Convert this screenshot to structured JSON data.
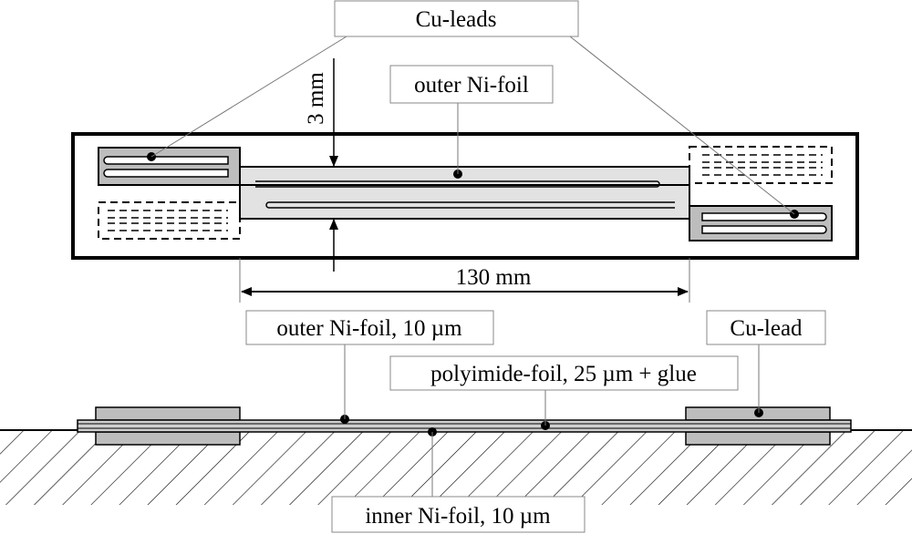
{
  "labels": {
    "cu_leads": "Cu-leads",
    "outer_ni_foil_top": "outer Ni-foil",
    "dim_3mm": "3 mm",
    "dim_130mm": "130 mm",
    "outer_ni_foil_thickness": "outer Ni-foil, 10 µm",
    "cu_lead": "Cu-lead",
    "polyimide": "polyimide-foil, 25 µm + glue",
    "inner_ni_foil": "inner Ni-foil, 10 µm"
  },
  "colors": {
    "foil_fill": "#e2e2e2",
    "lead_fill": "#bdbdbd",
    "line": "#000000",
    "leader": "#777777"
  }
}
